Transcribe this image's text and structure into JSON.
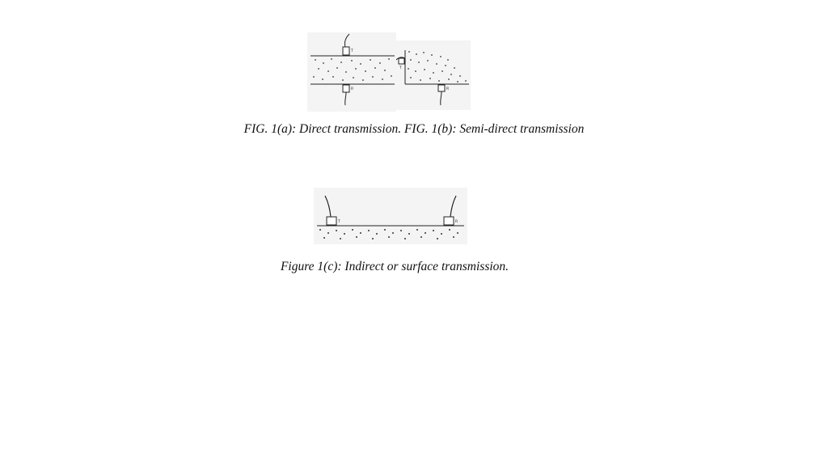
{
  "figures": {
    "a": {
      "transducer_top_label": "T",
      "transducer_bottom_label": "R"
    },
    "b": {
      "transducer_side_label": "T",
      "transducer_bottom_label": "R"
    },
    "c": {
      "transducer_left_label": "T",
      "transducer_right_label": "R"
    }
  },
  "captions": {
    "ab": "FIG. 1(a): Direct transmission. FIG. 1(b): Semi-direct transmission",
    "c": "Figure 1(c): Indirect or surface transmission."
  },
  "colors": {
    "ink": "#222222",
    "paper_tint": "#f2f2f2"
  }
}
